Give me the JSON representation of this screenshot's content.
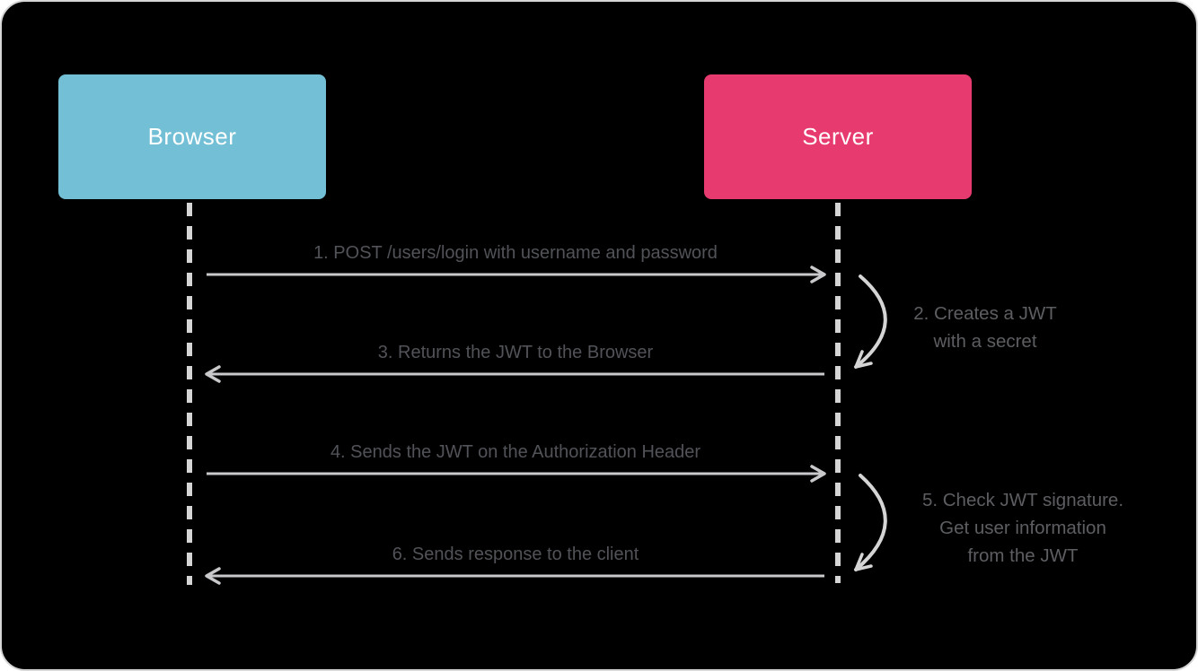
{
  "actors": [
    {
      "name": "Browser",
      "color": "#73BFD6"
    },
    {
      "name": "Server",
      "color": "#E73A6E"
    }
  ],
  "messages": [
    {
      "label": "1. POST /users/login with username and password",
      "from": "Browser",
      "to": "Server",
      "direction": "right"
    },
    {
      "label": "3. Returns the JWT to the Browser",
      "from": "Server",
      "to": "Browser",
      "direction": "left"
    },
    {
      "label": "4. Sends the JWT on the Authorization Header",
      "from": "Browser",
      "to": "Server",
      "direction": "right"
    },
    {
      "label": "6. Sends response to the client",
      "from": "Server",
      "to": "Browser",
      "direction": "left"
    }
  ],
  "self_actions": [
    {
      "actor": "Server",
      "lines": [
        "2. Creates a JWT",
        "with a secret"
      ]
    },
    {
      "actor": "Server",
      "lines": [
        "5. Check JWT signature.",
        "Get user information",
        "from the JWT"
      ]
    }
  ],
  "colors": {
    "canvas_background": "#000000",
    "canvas_border": "#d6d6d6",
    "browser_box": "#73BFD6",
    "server_box": "#E73A6E",
    "actor_text": "#ffffff",
    "message_text": "#515358",
    "side_note_text": "#5d5e62",
    "arrow_line": "#c9c9cb",
    "lifeline": "#d5d5d5",
    "self_arrow": "#d5d5d5"
  }
}
